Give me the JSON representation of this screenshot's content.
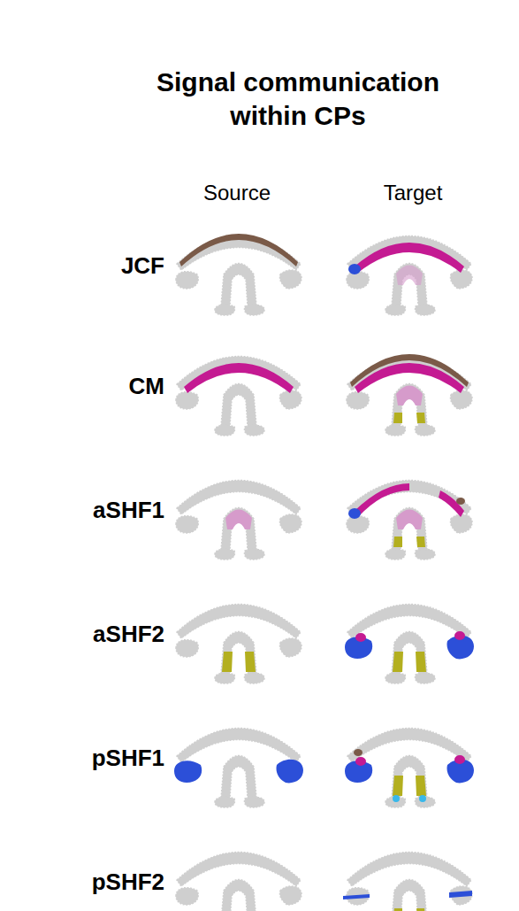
{
  "diagram": {
    "title": "Signal communication within CPs",
    "labels": [
      "Source",
      "Target",
      "JCF",
      "CM",
      "aSHF1",
      "aSHF2",
      "pSHF1",
      "pSHF2"
    ]
  }
}
